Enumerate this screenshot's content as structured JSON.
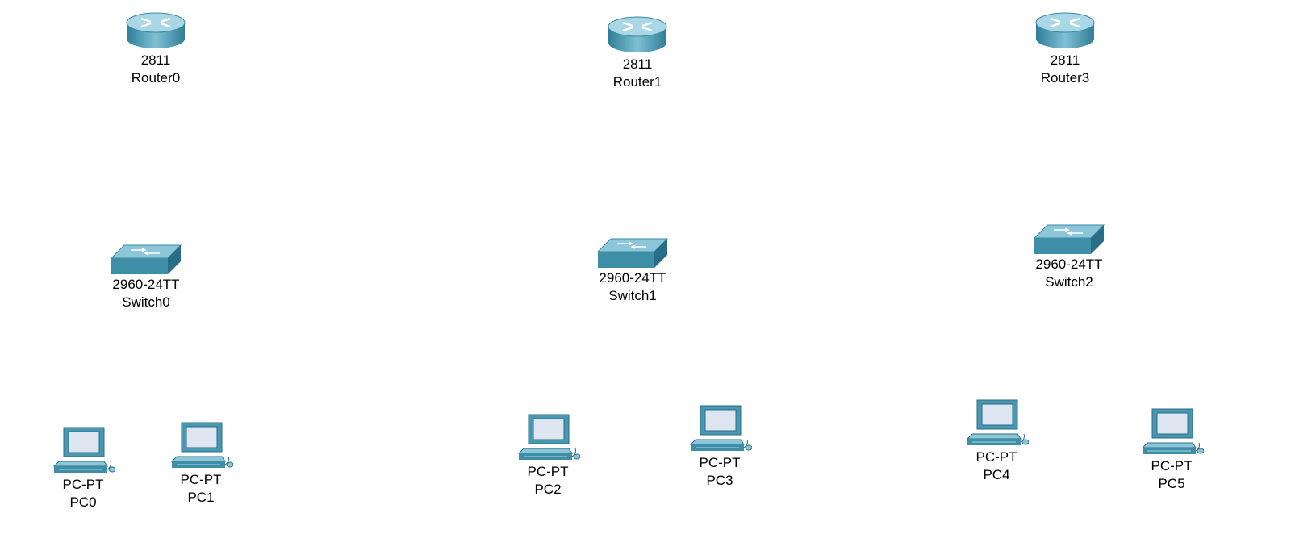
{
  "devices": [
    {
      "model": "2811",
      "name": "Router0",
      "kind": "router"
    },
    {
      "model": "2811",
      "name": "Router1",
      "kind": "router"
    },
    {
      "model": "2811",
      "name": "Router3",
      "kind": "router"
    },
    {
      "model": "2960-24TT",
      "name": "Switch0",
      "kind": "switch"
    },
    {
      "model": "2960-24TT",
      "name": "Switch1",
      "kind": "switch"
    },
    {
      "model": "2960-24TT",
      "name": "Switch2",
      "kind": "switch"
    },
    {
      "model": "PC-PT",
      "name": "PC0",
      "kind": "pc"
    },
    {
      "model": "PC-PT",
      "name": "PC1",
      "kind": "pc"
    },
    {
      "model": "PC-PT",
      "name": "PC2",
      "kind": "pc"
    },
    {
      "model": "PC-PT",
      "name": "PC3",
      "kind": "pc"
    },
    {
      "model": "PC-PT",
      "name": "PC4",
      "kind": "pc"
    },
    {
      "model": "PC-PT",
      "name": "PC5",
      "kind": "pc"
    }
  ],
  "colors": {
    "device_top": "#86c3d6",
    "device_side": "#3f8ea8",
    "device_dark": "#2a6d86",
    "screen": "#dde6f0"
  }
}
